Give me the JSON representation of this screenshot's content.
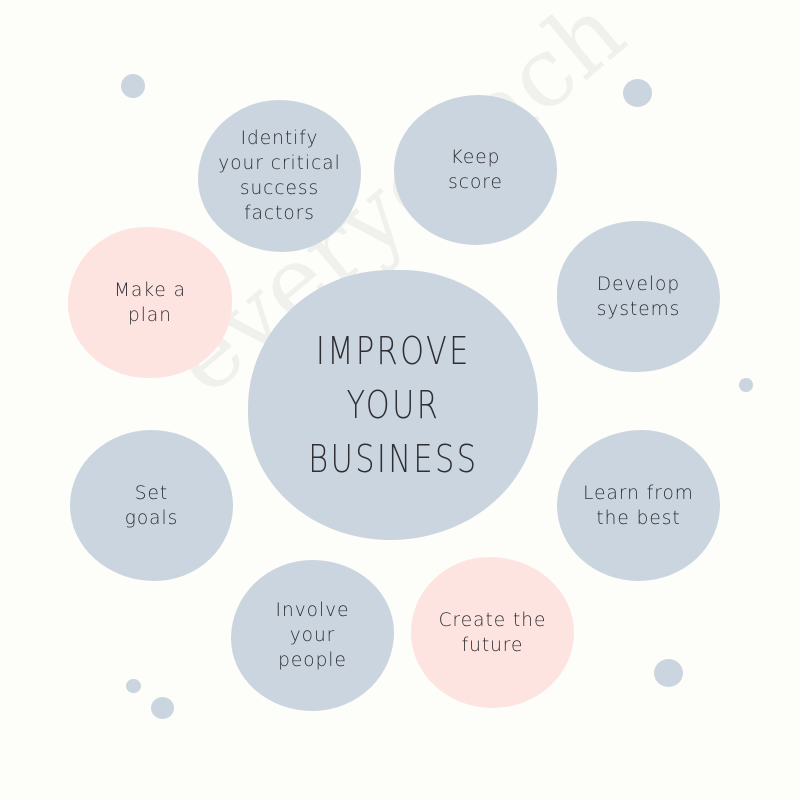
{
  "colors": {
    "background": "#fdfdf9",
    "blue": "#cad5df",
    "pink": "#fde4e1",
    "text": "#2f2f33"
  },
  "title": "IMPROVE\nYOUR\nBUSINESS",
  "items": [
    {
      "label": "Identify\nyour critical\nsuccess\nfactors",
      "color": "blue"
    },
    {
      "label": "Keep\nscore",
      "color": "blue"
    },
    {
      "label": "Make a\nplan",
      "color": "pink"
    },
    {
      "label": "Develop\nsystems",
      "color": "blue"
    },
    {
      "label": "Set\ngoals",
      "color": "blue"
    },
    {
      "label": "Learn from\nthe best",
      "color": "blue"
    },
    {
      "label": "Involve\nyour\npeople",
      "color": "blue"
    },
    {
      "label": "Create the\nfuture",
      "color": "pink"
    }
  ],
  "watermark": "everycoach"
}
